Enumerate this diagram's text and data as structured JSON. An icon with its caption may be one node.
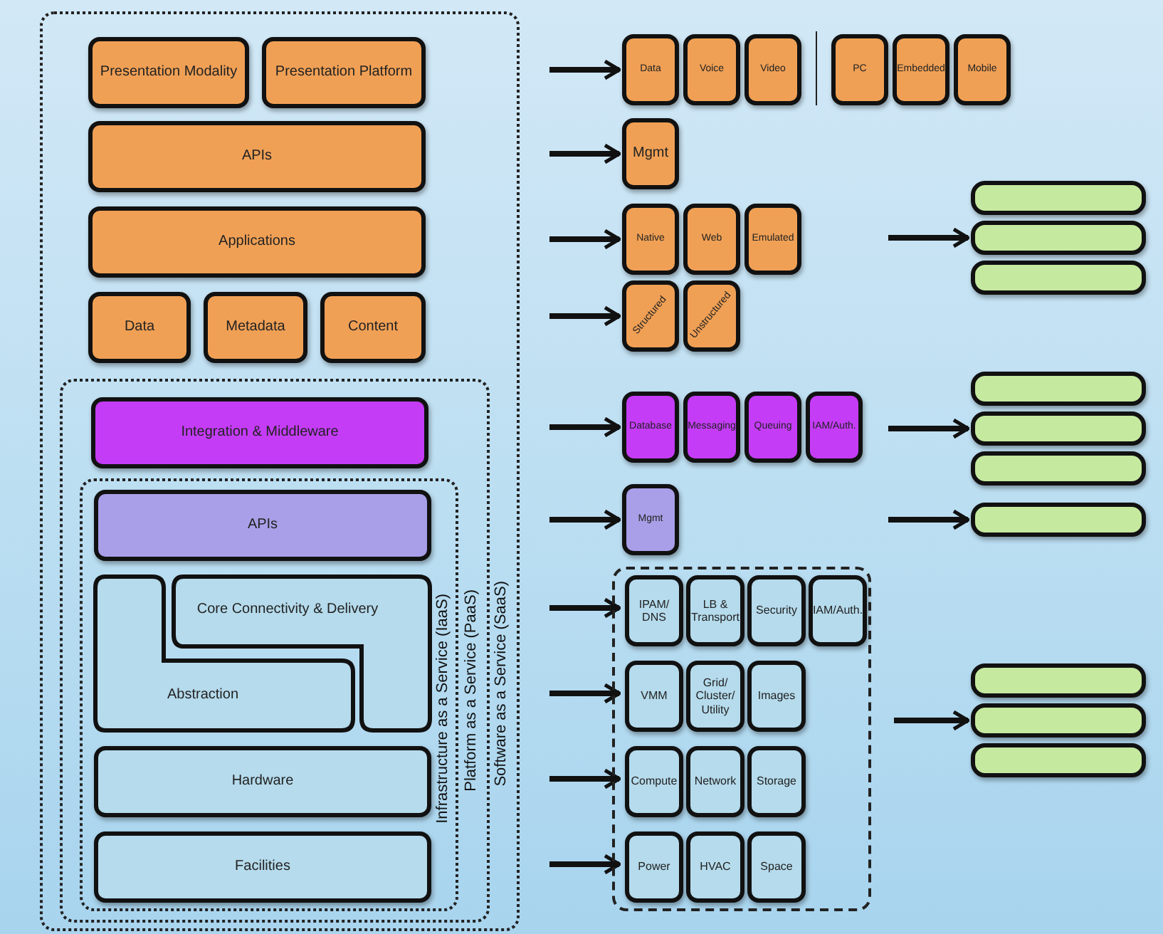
{
  "diagram": {
    "nodes": [
      {
        "text": [
          "Software as a Service (SaaS)"
        ]
      },
      {
        "text": [
          "Presentation Modality"
        ],
        "in": 0
      },
      {
        "text": [
          "Presentation Platform"
        ],
        "in": 0
      },
      {
        "text": [
          "APIs"
        ],
        "in": 0
      },
      {
        "text": [
          "Applications"
        ],
        "in": 0
      },
      {
        "text": [
          "Data"
        ],
        "in": 0
      },
      {
        "text": [
          "Metadata"
        ],
        "in": 0
      },
      {
        "text": [
          "Content"
        ],
        "in": 0
      },
      {
        "text": [
          "Platform as a Service (PaaS)"
        ],
        "in": 0
      },
      {
        "text": [
          "Integration & Middleware"
        ],
        "in": 8
      },
      {
        "text": [
          "Infrastructure as a Service (IaaS)"
        ],
        "in": 8
      },
      {
        "text": [
          "APIs"
        ],
        "in": 10
      },
      {
        "text": [
          "Core Connectivity & Delivery"
        ],
        "in": 10
      },
      {
        "text": [
          "Abstraction"
        ],
        "in": 10
      },
      {
        "text": [
          "Hardware"
        ],
        "in": 10
      },
      {
        "text": [
          "Facilities"
        ],
        "in": 10
      },
      {
        "text": [
          "Data"
        ]
      },
      {
        "text": [
          "Voice"
        ]
      },
      {
        "text": [
          "Video"
        ]
      },
      {
        "text": [
          "PC"
        ]
      },
      {
        "text": [
          "Embedded"
        ]
      },
      {
        "text": [
          "Mobile"
        ]
      },
      {
        "text": [
          "Mgmt"
        ]
      },
      {
        "text": [
          "Native"
        ]
      },
      {
        "text": [
          "Web"
        ]
      },
      {
        "text": [
          "Emulated"
        ]
      },
      {
        "text": [
          "Structured"
        ]
      },
      {
        "text": [
          "Unstructured"
        ]
      },
      {
        "text": [
          "Database"
        ]
      },
      {
        "text": [
          "Messaging"
        ]
      },
      {
        "text": [
          "Queuing"
        ]
      },
      {
        "text": [
          "IAM/Auth."
        ]
      },
      {
        "text": [
          "Mgmt"
        ]
      },
      {
        "text": [],
        "shape": "box"
      },
      {
        "text": [
          "IPAM/ DNS"
        ],
        "in": 33
      },
      {
        "text": [
          "LB & Transport"
        ],
        "in": 33
      },
      {
        "text": [
          "Security"
        ],
        "in": 33
      },
      {
        "text": [
          "IAM/Auth."
        ],
        "in": 33
      },
      {
        "text": [
          "VMM"
        ],
        "in": 33
      },
      {
        "text": [
          "Grid/ Cluster/ Utility"
        ],
        "in": 33
      },
      {
        "text": [
          "Images"
        ],
        "in": 33
      },
      {
        "text": [
          "Compute"
        ],
        "in": 33
      },
      {
        "text": [
          "Network"
        ],
        "in": 33
      },
      {
        "text": [
          "Storage"
        ],
        "in": 33
      },
      {
        "text": [
          "Power"
        ],
        "in": 33
      },
      {
        "text": [
          "HVAC"
        ],
        "in": 33
      },
      {
        "text": [
          "Space"
        ],
        "in": 33
      },
      {
        "text": [],
        "shape": "box"
      },
      {
        "text": [],
        "shape": "box"
      },
      {
        "text": [],
        "shape": "box"
      },
      {
        "text": [],
        "shape": "box"
      },
      {
        "text": [],
        "shape": "box"
      },
      {
        "text": [],
        "shape": "box"
      },
      {
        "text": [],
        "shape": "box"
      },
      {
        "text": [],
        "shape": "box"
      },
      {
        "text": [],
        "shape": "box"
      },
      {
        "text": [],
        "shape": "box"
      }
    ],
    "edges": [
      {
        "from": null,
        "to": 16,
        "arrow": "to"
      },
      {
        "from": null,
        "to": 22,
        "arrow": "to"
      },
      {
        "from": null,
        "to": 23,
        "arrow": "to"
      },
      {
        "from": null,
        "to": 26,
        "arrow": "to"
      },
      {
        "from": null,
        "to": 28,
        "arrow": "to"
      },
      {
        "from": null,
        "to": 32,
        "arrow": "to"
      },
      {
        "from": null,
        "to": 34,
        "arrow": "to"
      },
      {
        "from": null,
        "to": 38,
        "arrow": "to"
      },
      {
        "from": null,
        "to": 41,
        "arrow": "to"
      },
      {
        "from": null,
        "to": 44,
        "arrow": "to"
      },
      {
        "from": null,
        "to": 48,
        "arrow": "to"
      },
      {
        "from": null,
        "to": 51,
        "arrow": "to"
      },
      {
        "from": null,
        "to": 53,
        "arrow": "to"
      },
      {
        "from": null,
        "to": 55,
        "arrow": "to"
      }
    ]
  }
}
